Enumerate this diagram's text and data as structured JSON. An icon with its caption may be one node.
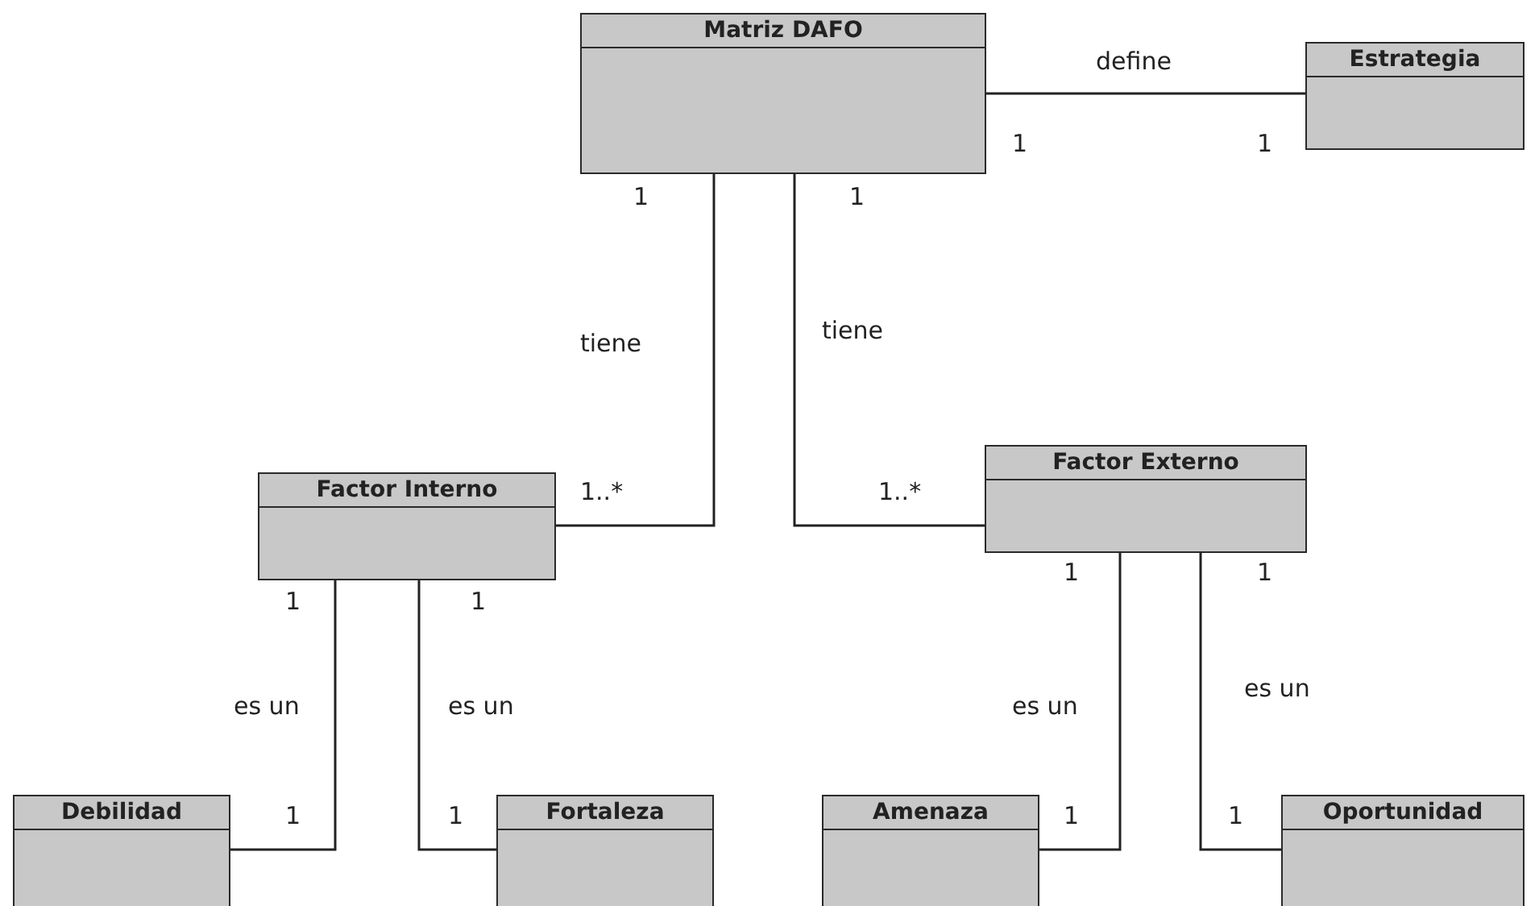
{
  "diagram": {
    "nodes": [
      {
        "text": [
          "Matriz DAFO"
        ]
      },
      {
        "text": [
          "Estrategia"
        ]
      },
      {
        "text": [
          "Factor Interno"
        ]
      },
      {
        "text": [
          "Factor Externo"
        ]
      },
      {
        "text": [
          "Debilidad"
        ]
      },
      {
        "text": [
          "Fortaleza"
        ]
      },
      {
        "text": [
          "Amenaza"
        ]
      },
      {
        "text": [
          "Oportunidad"
        ]
      }
    ],
    "edges": [
      {
        "from": 0,
        "to": 1,
        "arrow": "none",
        "label": "define"
      },
      {
        "from": 0,
        "to": 2,
        "arrow": "none",
        "label": "tiene"
      },
      {
        "from": 0,
        "to": 3,
        "arrow": "none",
        "label": "tiene"
      },
      {
        "from": 2,
        "to": 4,
        "arrow": "none",
        "label": "es un"
      },
      {
        "from": 2,
        "to": 5,
        "arrow": "none",
        "label": "es un"
      },
      {
        "from": 3,
        "to": 6,
        "arrow": "none",
        "label": "es un"
      },
      {
        "from": 3,
        "to": 7,
        "arrow": "none",
        "label": "es un"
      }
    ],
    "labels": [
      "1",
      "1",
      "1",
      "1",
      "1..*",
      "1..*",
      "1",
      "1",
      "1",
      "1",
      "1",
      "1",
      "1",
      "1"
    ]
  }
}
